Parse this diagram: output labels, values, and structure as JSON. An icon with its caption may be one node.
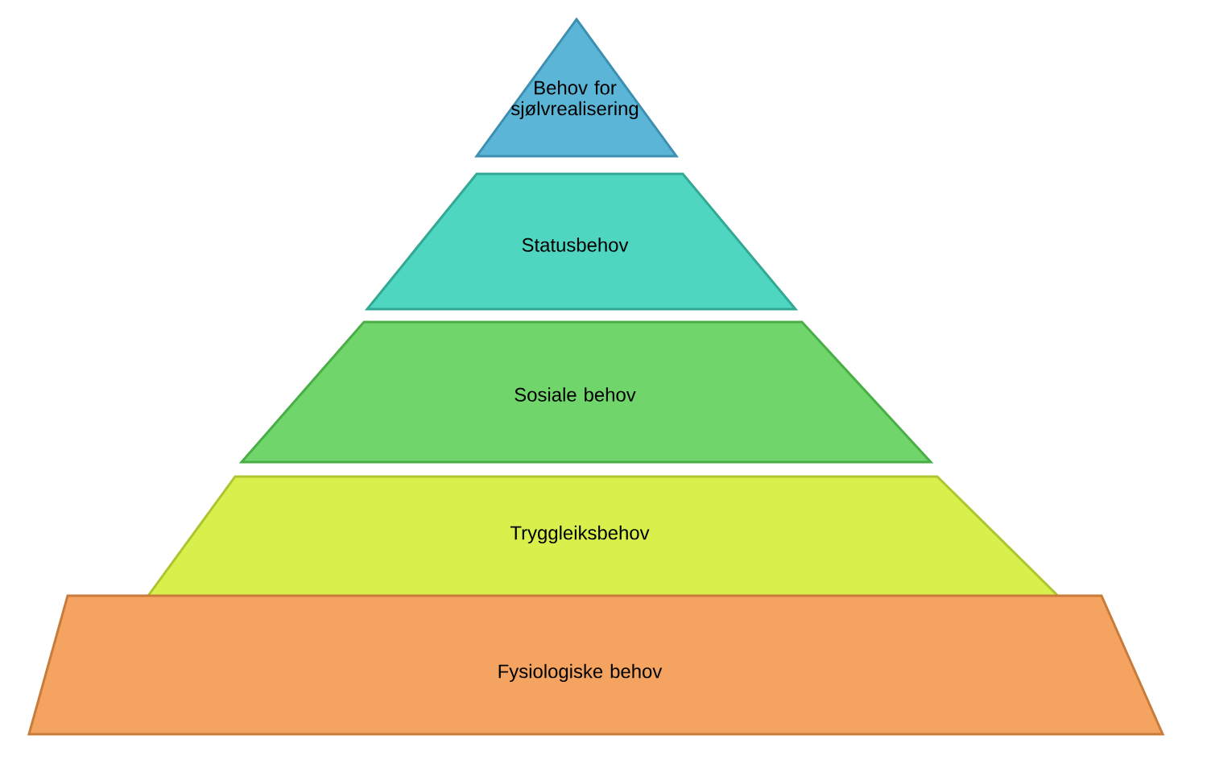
{
  "diagram": {
    "nodes": [
      {
        "text": [
          "Behov for sjølvrealisering"
        ]
      },
      {
        "text": [
          "Statusbehov"
        ]
      },
      {
        "text": [
          "Sosiale behov"
        ]
      },
      {
        "text": [
          "Tryggleiksbehov"
        ]
      },
      {
        "text": [
          "Fysiologiske behov"
        ]
      }
    ]
  }
}
